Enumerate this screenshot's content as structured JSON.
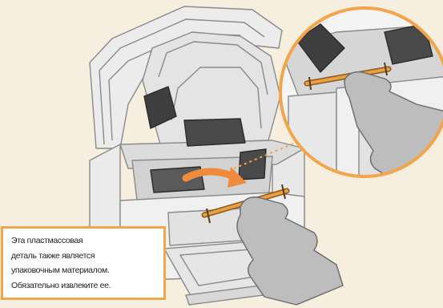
{
  "callout": {
    "lines": [
      "Эта пластмассовая",
      "деталь также является",
      "упаковочным материалом.",
      "Обязательно извлеките ее."
    ],
    "border_color": "#f2a54a"
  },
  "colors": {
    "background": "#f6efe0",
    "printer_body": "#f2f2f2",
    "printer_outline": "#8a8a8a",
    "orange_part": "#e8a040",
    "hand_glove": "#bdbdbd",
    "arrow": "#f08a3c",
    "zoom_circle_border": "#f2a54a"
  },
  "icons": [
    "hand-icon",
    "arrow-icon",
    "zoom-circle"
  ]
}
